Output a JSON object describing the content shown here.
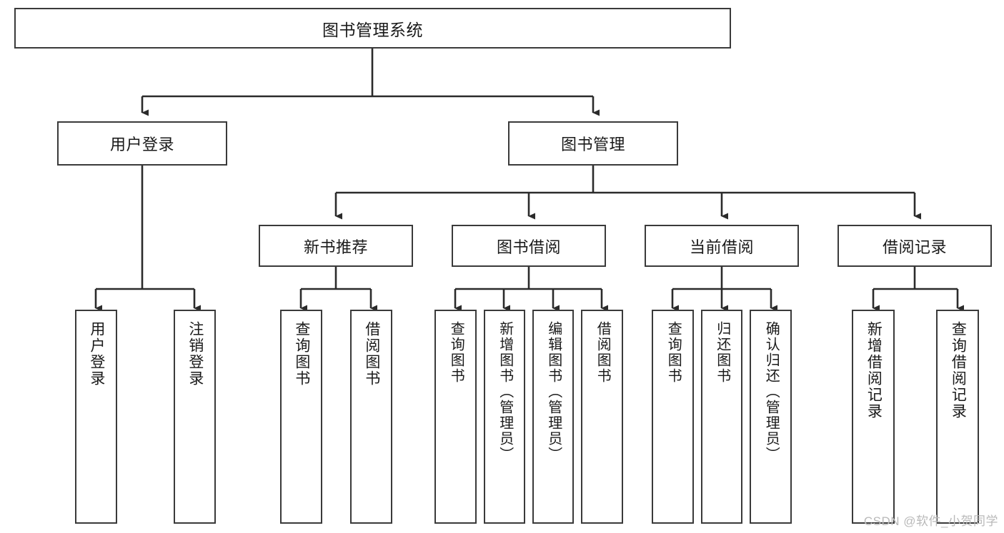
{
  "diagram": {
    "title": "图书管理系统",
    "type": "hierarchy-tree",
    "watermark": "CSDN @软件_小贺同学",
    "colors": {
      "node_border": "#3a3a3a",
      "node_fill": "#ffffff",
      "edge": "#2b2b2b",
      "text": "#1a1a1a",
      "watermark": "#b9b9b9",
      "background": "#ffffff"
    },
    "root": {
      "label": "图书管理系统"
    },
    "level2": [
      {
        "label": "用户登录"
      },
      {
        "label": "图书管理"
      }
    ],
    "level3": [
      {
        "label": "新书推荐"
      },
      {
        "label": "图书借阅"
      },
      {
        "label": "当前借阅"
      },
      {
        "label": "借阅记录"
      }
    ],
    "leaves": {
      "user_login": [
        {
          "label": "用户登录"
        },
        {
          "label": "注销登录"
        }
      ],
      "new_book_recommend": [
        {
          "label": "查询图书"
        },
        {
          "label": "借阅图书"
        }
      ],
      "book_borrow": [
        {
          "label": "查询图书"
        },
        {
          "label": "新增图书（管理员）"
        },
        {
          "label": "编辑图书（管理员）"
        },
        {
          "label": "借阅图书"
        }
      ],
      "current_borrow": [
        {
          "label": "查询图书"
        },
        {
          "label": "归还图书"
        },
        {
          "label": "确认归还（管理员）"
        }
      ],
      "borrow_record": [
        {
          "label": "新增借阅记录"
        },
        {
          "label": "查询借阅记录"
        }
      ]
    }
  }
}
